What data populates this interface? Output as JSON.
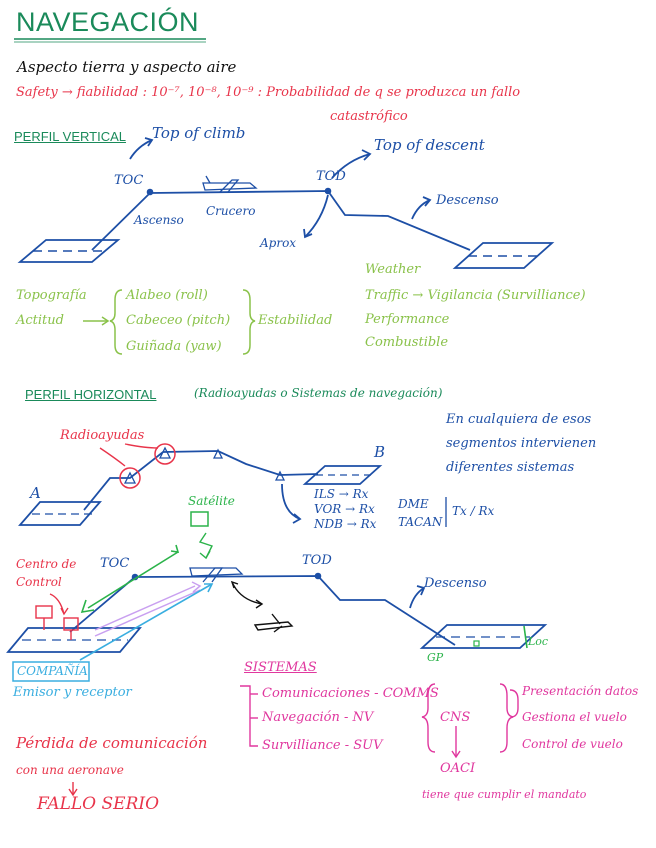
{
  "title": "NAVEGACIÓN",
  "intro": {
    "line1": "Aspecto tierra y aspecto aire",
    "safety": "Safety → fiabilidad : 10⁻⁷, 10⁻⁸, 10⁻⁹ : Probabilidad de q se produzca un fallo",
    "safety_cont": "catastrófico"
  },
  "vertical": {
    "heading": "PERFIL VERTICAL",
    "top_climb": "Top of climb",
    "top_descent": "Top of descent",
    "toc": "TOC",
    "tod": "TOD",
    "ascenso": "Ascenso",
    "crucero": "Crucero",
    "aprox": "Aprox",
    "descenso": "Descenso",
    "left_lines": [
      "Topografía",
      "Actitud"
    ],
    "attitude": [
      "Alabeo (roll)",
      "Cabeceo (pitch)",
      "Guiñada (yaw)"
    ],
    "estabilidad": "Estabilidad",
    "right_lines": [
      "Weather",
      "Traffic → Vigilancia (Survilliance)",
      "Performance",
      "Combustible"
    ]
  },
  "horizontal": {
    "heading": "PERFIL HORIZONTAL",
    "subtitle": "(Radioayudas o Sistemas de navegación)",
    "note": [
      "En cualquiera de esos",
      "segmentos intervienen",
      "diferentes sistemas"
    ],
    "radioayudas": "Radioayudas",
    "a": "A",
    "b": "B",
    "aids": [
      "ILS → Rx",
      "VOR → Rx",
      "NDB → Rx"
    ],
    "aids2": [
      "DME",
      "TACAN"
    ],
    "txrx": "Tx / Rx",
    "satelite": "Satélite",
    "control": [
      "Centro de",
      "Control"
    ],
    "toc": "TOC",
    "tod": "TOD",
    "descenso": "Descenso",
    "gp": "GP",
    "loc": "Loc",
    "compania": "COMPAÑÍA",
    "emisor": "Emisor y receptor"
  },
  "sistemas": {
    "heading": "SISTEMAS",
    "items": [
      "Comunicaciones - COMMS",
      "Navegación - NV",
      "Survilliance - SUV"
    ],
    "cns": "CNS",
    "oaci": "OACI",
    "mandato": "tiene que cumplir el mandato",
    "functions": [
      "Presentación datos",
      "Gestiona el vuelo",
      "Control de vuelo"
    ]
  },
  "perdida": {
    "line1": "Pérdida de comunicación",
    "line2": "con una aeronave",
    "arrow": "⇓",
    "line3": "FALLO SERIO"
  },
  "colors": {
    "title_green": "#1a8a5a",
    "red": "#e8344a",
    "blue": "#1d4fa6",
    "light_green": "#8ac24a",
    "magenta": "#e0379e",
    "cyan": "#3aaee0"
  }
}
